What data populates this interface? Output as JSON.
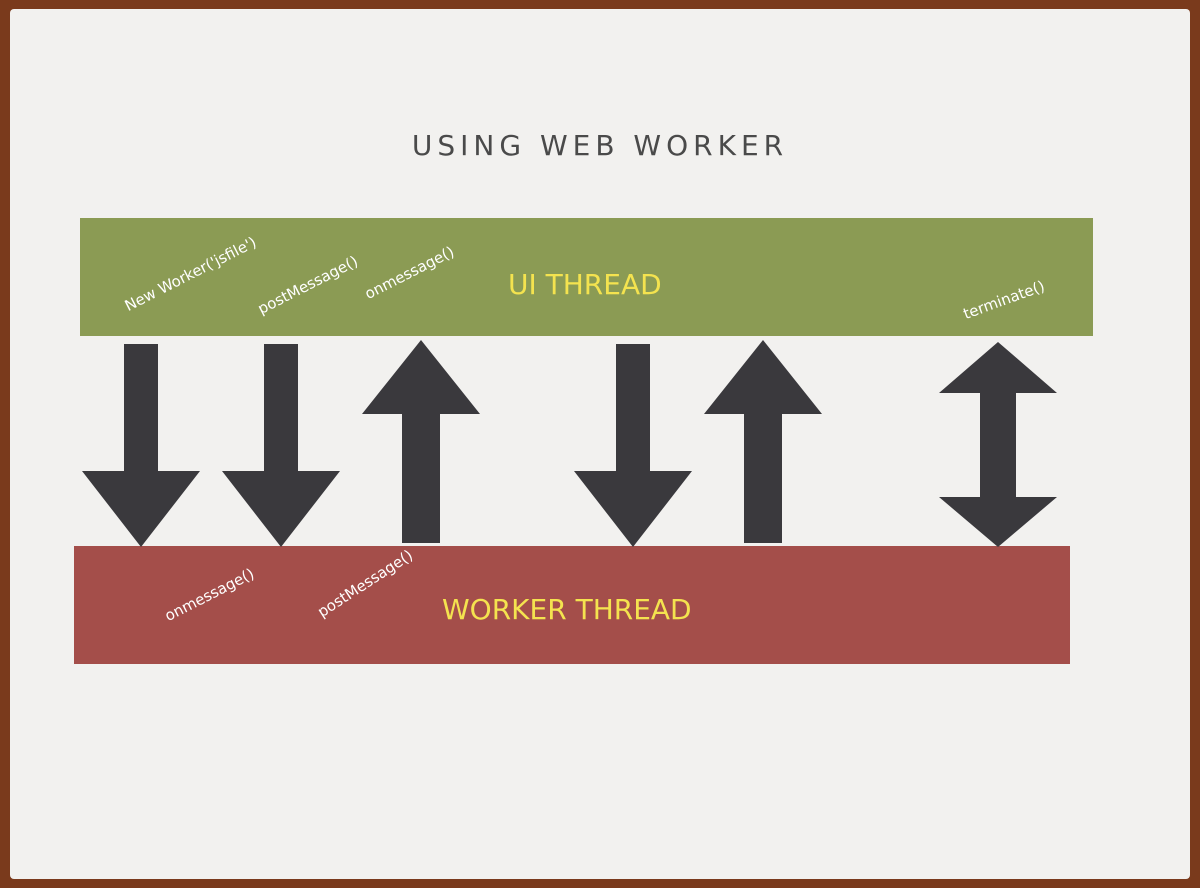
{
  "title": "USING WEB WORKER",
  "ui_thread": {
    "label": "UI THREAD",
    "color": "#8b9b54",
    "calls": [
      "New Worker('jsfile')",
      "postMessage()",
      "onmessage()",
      "terminate()"
    ]
  },
  "worker_thread": {
    "label": "WORKER THREAD",
    "color": "#a44e4a",
    "calls": [
      "onmessage()",
      "postMessage()"
    ]
  },
  "label_color": "#f4e34f",
  "arrow_color": "#3a393d",
  "arrows": [
    {
      "direction": "down"
    },
    {
      "direction": "down"
    },
    {
      "direction": "up"
    },
    {
      "direction": "down"
    },
    {
      "direction": "up"
    },
    {
      "direction": "both"
    }
  ]
}
